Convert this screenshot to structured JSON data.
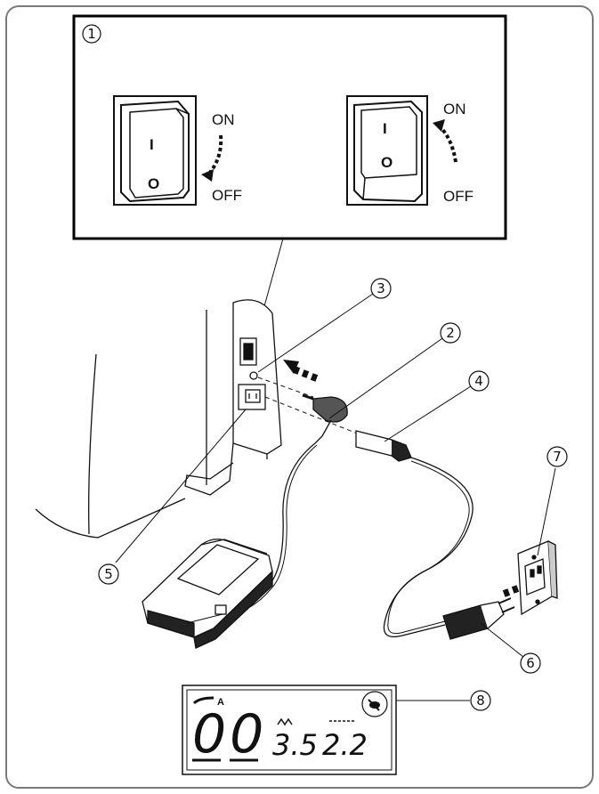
{
  "callouts": {
    "c1": "1",
    "c2": "2",
    "c3": "3",
    "c4": "4",
    "c5": "5",
    "c6": "6",
    "c7": "7",
    "c8": "8"
  },
  "switch_left": {
    "top": "ON",
    "bottom": "OFF",
    "i": "I",
    "o": "O"
  },
  "switch_right": {
    "top": "ON",
    "bottom": "OFF",
    "i": "I",
    "o": "O"
  },
  "lcd": {
    "indicator": "A",
    "pattern": "00",
    "width": "3.5",
    "length": "2.2"
  }
}
